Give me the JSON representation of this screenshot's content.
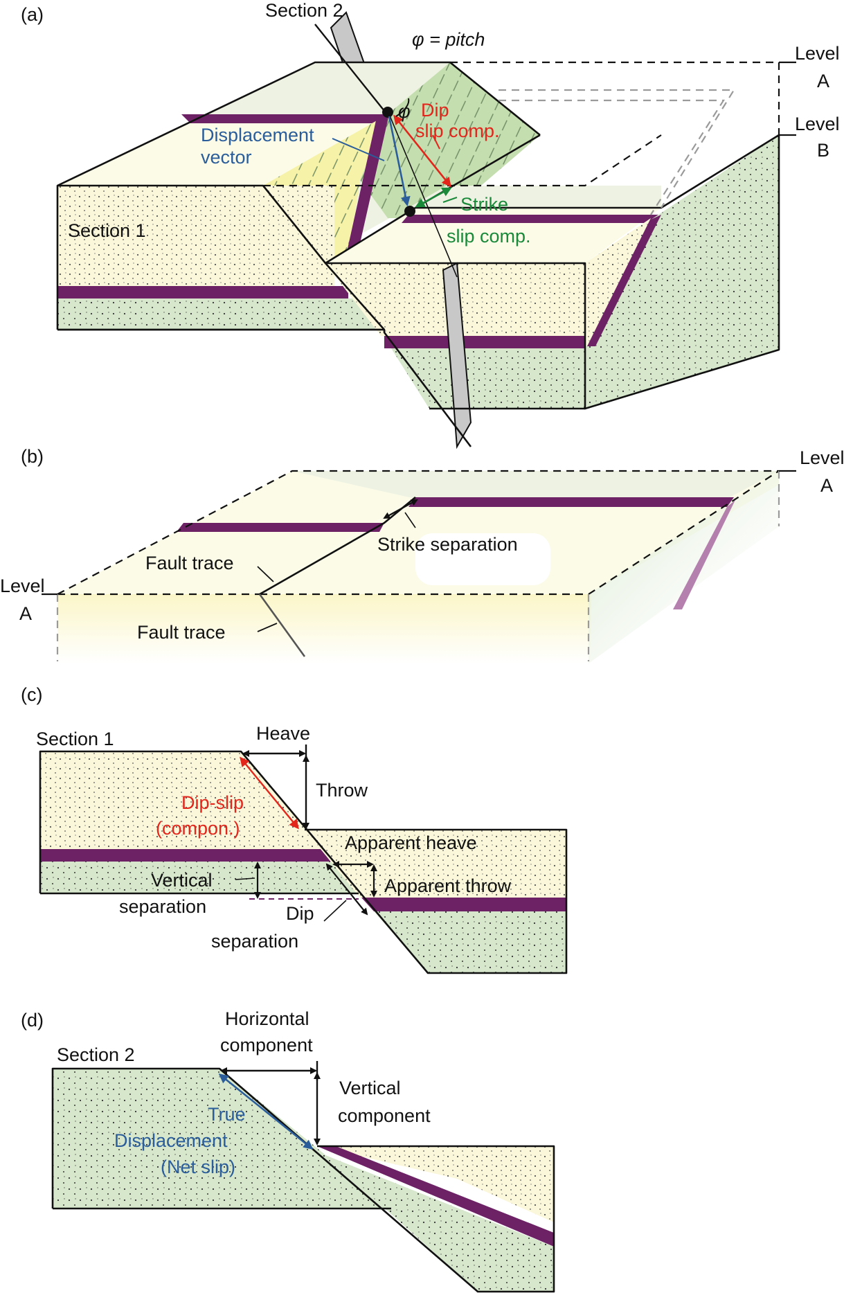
{
  "panels": {
    "a": {
      "letter": "(a)",
      "section2": "Section 2",
      "pitch": "φ = pitch",
      "phi": "φ",
      "level_a_1": "Level",
      "level_a_2": "A",
      "level_b_1": "Level",
      "level_b_2": "B",
      "displacement_1": "Displacement",
      "displacement_2": "vector",
      "dip_1": "Dip",
      "dip_2": "slip comp.",
      "strike_1": "Strike",
      "strike_2": "slip comp.",
      "section1": "Section 1"
    },
    "b": {
      "letter": "(b)",
      "level_right_1": "Level",
      "level_right_2": "A",
      "level_left_1": "Level",
      "level_left_2": "A",
      "strike_separation": "Strike separation",
      "fault_trace_upper": "Fault trace",
      "fault_trace_lower": "Fault trace"
    },
    "c": {
      "letter": "(c)",
      "section1": "Section 1",
      "heave": "Heave",
      "throw": "Throw",
      "dipslip_1": "Dip-slip",
      "dipslip_2": "(compon.)",
      "apparent_heave": "Apparent heave",
      "apparent_throw": "Apparent throw",
      "vertical_1": "Vertical",
      "vertical_2": "separation",
      "dipsep_1": "Dip",
      "dipsep_2": "separation"
    },
    "d": {
      "letter": "(d)",
      "section2": "Section 2",
      "horizontal_1": "Horizontal",
      "horizontal_2": "component",
      "vertical_1": "Vertical",
      "vertical_2": "component",
      "true_1": "True",
      "true_2": "Displacement",
      "true_3": "(Net slip)"
    }
  },
  "colors": {
    "sand": "#fbf7da",
    "green_rock": "#d6e7cc",
    "top_light": "#eef2e2",
    "fault_plane": "#c5deb0",
    "fault_plane_yellow": "#f6f2a8",
    "purple_bed": "#6e2266",
    "dip_red": "#e2261c",
    "vector_blue": "#2a5d9a",
    "strike_green": "#1a8a3a"
  }
}
